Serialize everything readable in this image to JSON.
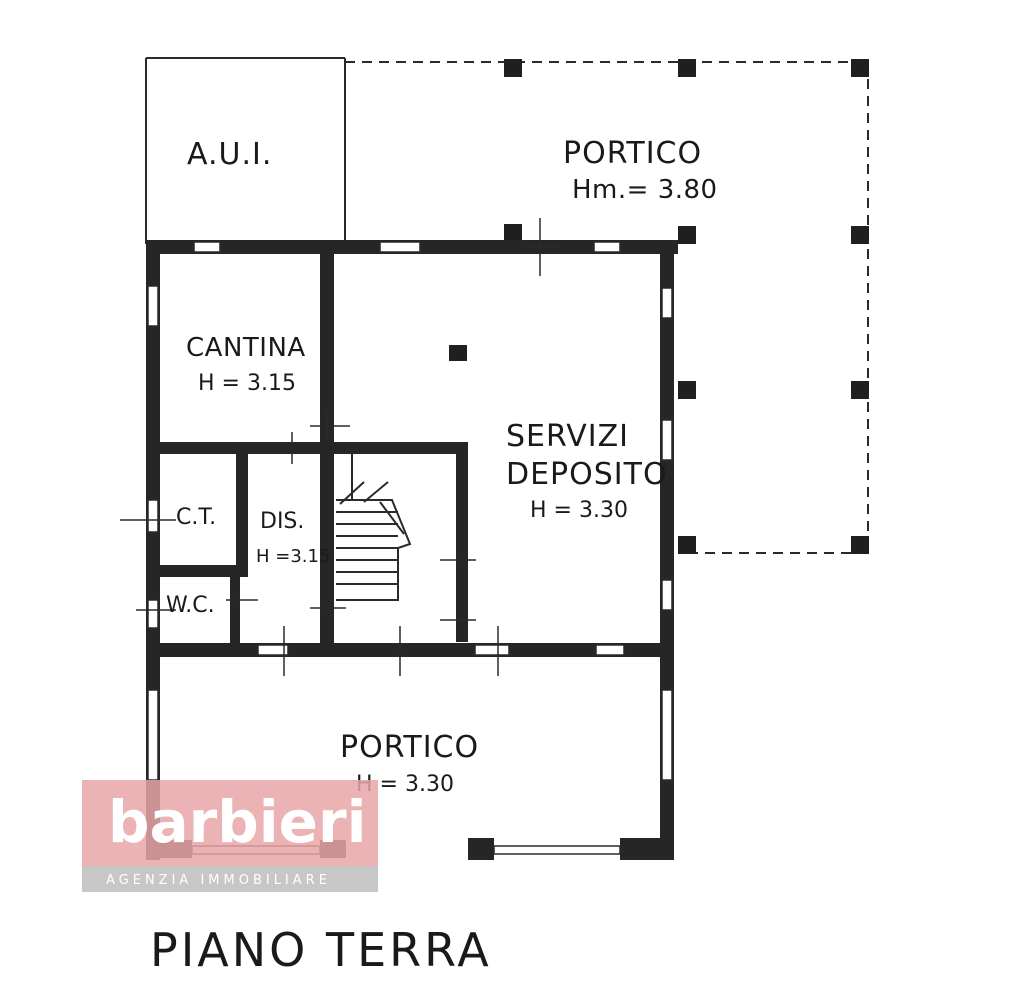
{
  "plan": {
    "title": "PIANO TERRA",
    "rooms": {
      "aui": {
        "name": "A.U.I."
      },
      "portico_top": {
        "name": "PORTICO",
        "height": "Hm.= 3.80"
      },
      "cantina": {
        "name": "CANTINA",
        "height": "H = 3.15"
      },
      "servizi": {
        "name": "SERVIZI",
        "name2": "DEPOSITO",
        "height": "H = 3.30"
      },
      "ct": {
        "name": "C.T."
      },
      "dis": {
        "name": "DIS.",
        "height": "H =3.15"
      },
      "wc": {
        "name": "W.C."
      },
      "portico_bottom": {
        "name": "PORTICO",
        "height": "H = 3.30"
      }
    }
  },
  "watermark": {
    "brand": "barbieri",
    "tagline": "AGENZIA IMMOBILIARE",
    "colors": {
      "box": "#e7a6a6",
      "strip": "#bdbdbd"
    }
  }
}
